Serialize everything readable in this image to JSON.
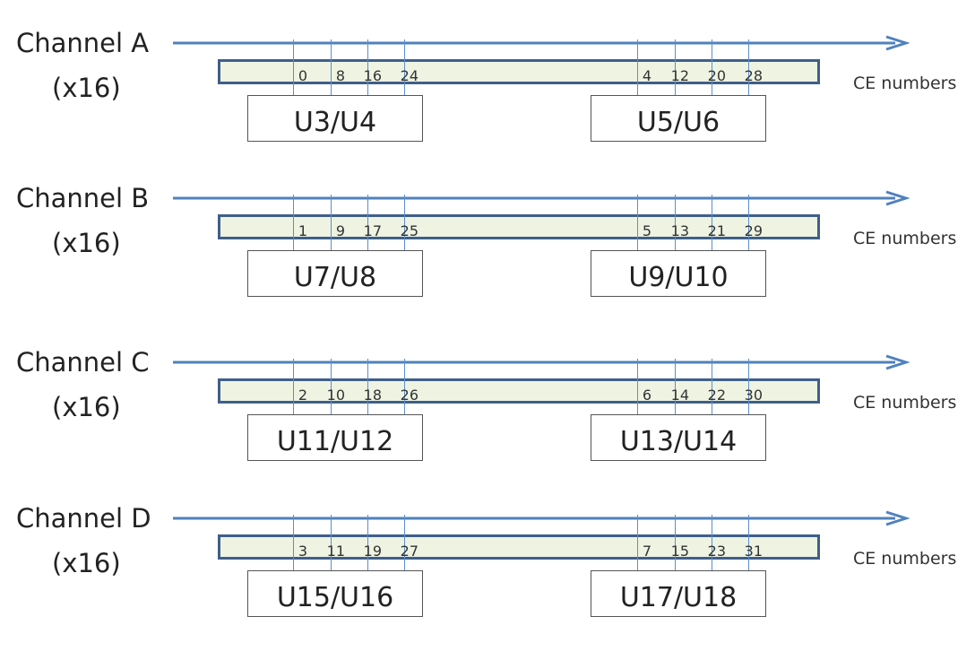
{
  "channels": [
    {
      "name": "Channel A",
      "width": "(x16)",
      "ce_label": "CE numbers",
      "left_ce": [
        "0",
        "8",
        "16",
        "24"
      ],
      "right_ce": [
        "4",
        "12",
        "20",
        "28"
      ],
      "left_device": "U3/U4",
      "right_device": "U5/U6"
    },
    {
      "name": "Channel B",
      "width": "(x16)",
      "ce_label": "CE numbers",
      "left_ce": [
        "1",
        "9",
        "17",
        "25"
      ],
      "right_ce": [
        "5",
        "13",
        "21",
        "29"
      ],
      "left_device": "U7/U8",
      "right_device": "U9/U10"
    },
    {
      "name": "Channel C",
      "width": "(x16)",
      "ce_label": "CE numbers",
      "left_ce": [
        "2",
        "10",
        "18",
        "26"
      ],
      "right_ce": [
        "6",
        "14",
        "22",
        "30"
      ],
      "left_device": "U11/U12",
      "right_device": "U13/U14"
    },
    {
      "name": "Channel D",
      "width": "(x16)",
      "ce_label": "CE numbers",
      "left_ce": [
        "3",
        "11",
        "19",
        "27"
      ],
      "right_ce": [
        "7",
        "15",
        "23",
        "31"
      ],
      "left_device": "U15/U16",
      "right_device": "U17/U18"
    }
  ],
  "colors": {
    "arrow": "#4f81bd",
    "bus_fill": "#eef3e2",
    "bus_border": "#3f5f8a",
    "ce_line": "#5b8fcc"
  }
}
